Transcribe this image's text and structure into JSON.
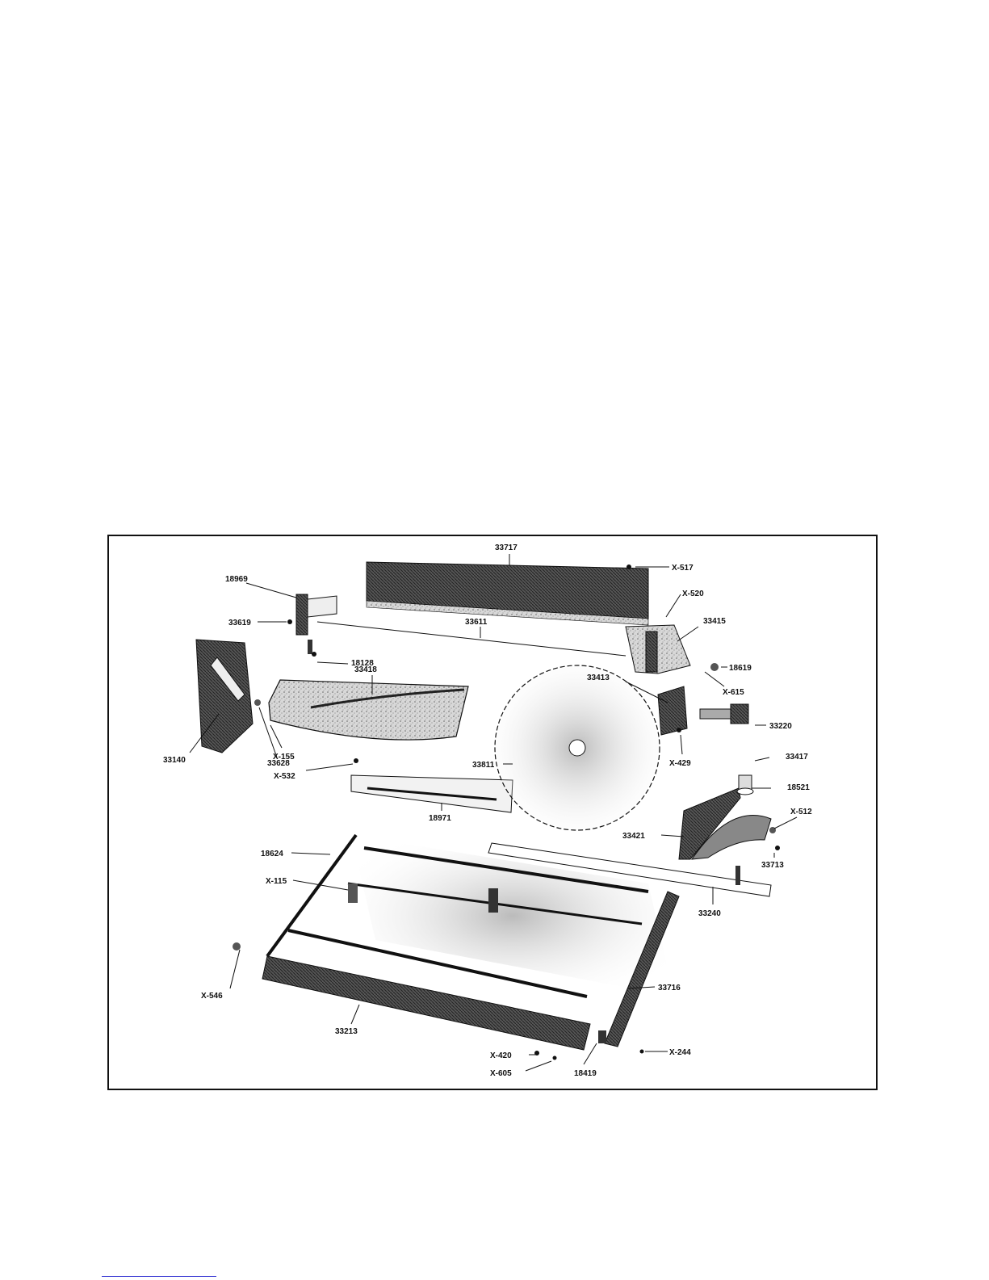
{
  "figure": {
    "description_text": "",
    "parts": [
      {
        "key": "p33717",
        "label": "33717"
      },
      {
        "key": "x517",
        "label": "X-517"
      },
      {
        "key": "p18969",
        "label": "18969"
      },
      {
        "key": "x520",
        "label": "X-520"
      },
      {
        "key": "p33619",
        "label": "33619"
      },
      {
        "key": "p33611",
        "label": "33611"
      },
      {
        "key": "p33415",
        "label": "33415"
      },
      {
        "key": "p18128",
        "label": "18128"
      },
      {
        "key": "p18619",
        "label": "18619"
      },
      {
        "key": "p33418",
        "label": "33418"
      },
      {
        "key": "p33413",
        "label": "33413"
      },
      {
        "key": "x615",
        "label": "X-615"
      },
      {
        "key": "p33220",
        "label": "33220"
      },
      {
        "key": "x155",
        "label": "X-155"
      },
      {
        "key": "p33140",
        "label": "33140"
      },
      {
        "key": "p33628",
        "label": "33628"
      },
      {
        "key": "p33811",
        "label": "33811"
      },
      {
        "key": "x429",
        "label": "X-429"
      },
      {
        "key": "p33417",
        "label": "33417"
      },
      {
        "key": "x532",
        "label": "X-532"
      },
      {
        "key": "p18521",
        "label": "18521"
      },
      {
        "key": "p18971",
        "label": "18971"
      },
      {
        "key": "x512",
        "label": "X-512"
      },
      {
        "key": "p18624",
        "label": "18624"
      },
      {
        "key": "p33421",
        "label": "33421"
      },
      {
        "key": "p33713",
        "label": "33713"
      },
      {
        "key": "x115",
        "label": "X-115"
      },
      {
        "key": "p33240",
        "label": "33240"
      },
      {
        "key": "x546",
        "label": "X-546"
      },
      {
        "key": "p33716",
        "label": "33716"
      },
      {
        "key": "p33213",
        "label": "33213"
      },
      {
        "key": "x420",
        "label": "X-420"
      },
      {
        "key": "x244",
        "label": "X-244"
      },
      {
        "key": "x605",
        "label": "X-605"
      },
      {
        "key": "p18419",
        "label": "18419"
      }
    ]
  }
}
